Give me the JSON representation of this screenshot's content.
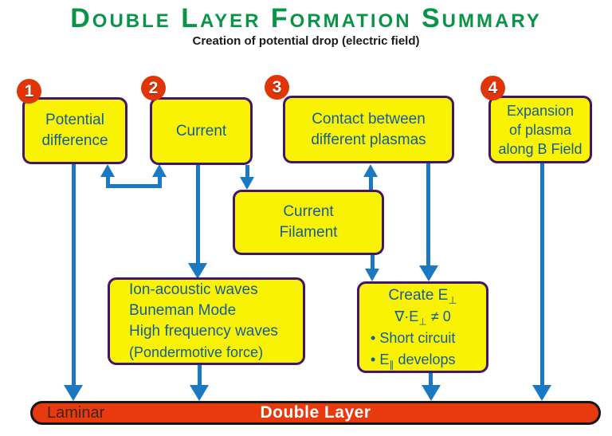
{
  "title": "Double Layer Formation Summary",
  "subtitle": "Creation of potential drop (electric field)",
  "steps": [
    {
      "number": "1",
      "lines": [
        "Potential",
        "difference"
      ]
    },
    {
      "number": "2",
      "lines": [
        "Current"
      ]
    },
    {
      "number": "3",
      "lines": [
        "Contact between",
        "different plasmas"
      ]
    },
    {
      "number": "4",
      "lines": [
        "Expansion",
        "of plasma",
        "along B Field"
      ]
    }
  ],
  "filament_box": {
    "lines": [
      "Current",
      "Filament"
    ]
  },
  "waves_box": {
    "lines": [
      "Ion-acoustic waves",
      "Buneman Mode",
      "High frequency waves",
      "(Pondermotive force)"
    ]
  },
  "efield_box": {
    "title_pre": "Create E",
    "title_sub": "⊥",
    "eq_pre": "∇·E",
    "eq_sub": "⊥",
    "eq_post": " ≠ 0",
    "bullet_glyph": "•",
    "bullet1": " Short circuit",
    "bullet2_pre": " E",
    "bullet2_sub": "∥",
    "bullet2_post": " develops"
  },
  "bottom_bar": {
    "left_label": "Laminar",
    "center_label": "Double Layer"
  },
  "colors": {
    "title_green": "#0a9448",
    "box_fill": "#f9f303",
    "box_border": "#42156e",
    "box_text": "#155c9e",
    "arrow_blue": "#1b79c4",
    "badge_red": "#e03509",
    "bar_fill": "#e73a0e",
    "bar_text": "#ffffff",
    "laminar_text": "#2e2418"
  }
}
